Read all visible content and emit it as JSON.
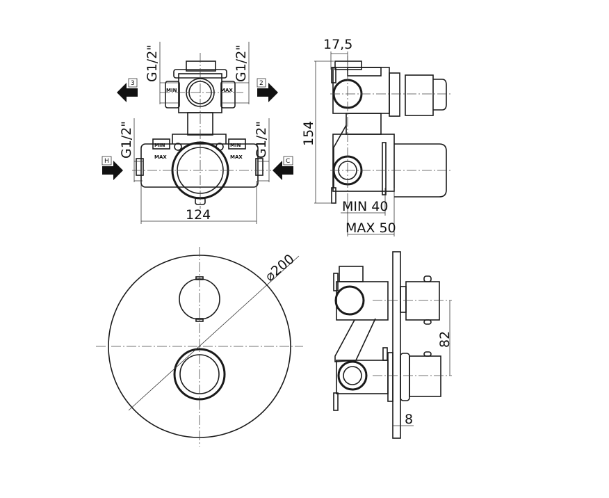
{
  "drawing": {
    "thread_label": "G1/2\"",
    "outlets": {
      "out3": "3",
      "out2": "2",
      "hot": "H",
      "cold": "C"
    },
    "stamps": {
      "min": "MIN",
      "max": "MAX"
    },
    "dimensions": {
      "width": "124",
      "offset": "17,5",
      "height": "154",
      "min_depth": "MIN 40",
      "max_depth": "MAX 50",
      "diameter": "⌀200",
      "spacing": "82",
      "plate": "8"
    }
  }
}
